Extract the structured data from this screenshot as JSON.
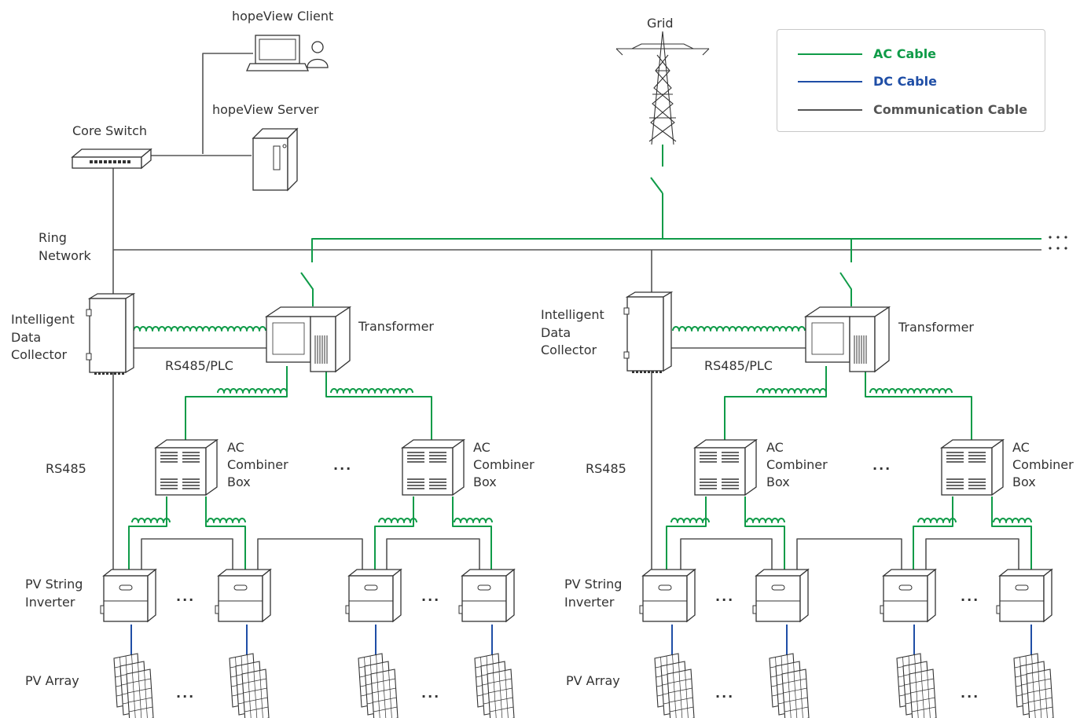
{
  "colors": {
    "ac": "#0f9b48",
    "dc": "#1f4ea6",
    "comm": "#555555",
    "text": "#333333"
  },
  "labels": {
    "client": "hopeView Client",
    "server": "hopeView Server",
    "core_switch": "Core Switch",
    "grid": "Grid",
    "ring_network": [
      "Ring",
      "Network"
    ],
    "idc": [
      "Intelligent",
      "Data",
      "Collector"
    ],
    "transformer": "Transformer",
    "rs485_plc": "RS485/PLC",
    "rs485": "RS485",
    "ac_combiner": [
      "AC",
      "Combiner",
      "Box"
    ],
    "inverter": [
      "PV String",
      "Inverter"
    ],
    "pv_array": "PV Array",
    "ellipsis": "..."
  },
  "legend": {
    "ac": "AC Cable",
    "dc": "DC Cable",
    "comm": "Communication Cable"
  },
  "icons": {
    "client": "laptop-with-user-icon",
    "server": "server-tower-icon",
    "switch": "network-switch-icon",
    "grid": "transmission-tower-icon",
    "idc": "data-collector-icon",
    "transformer": "transformer-icon",
    "combiner": "ac-combiner-box-icon",
    "inverter": "string-inverter-icon",
    "pv": "solar-panel-array-icon",
    "breaker": "switch-breaker-icon"
  }
}
